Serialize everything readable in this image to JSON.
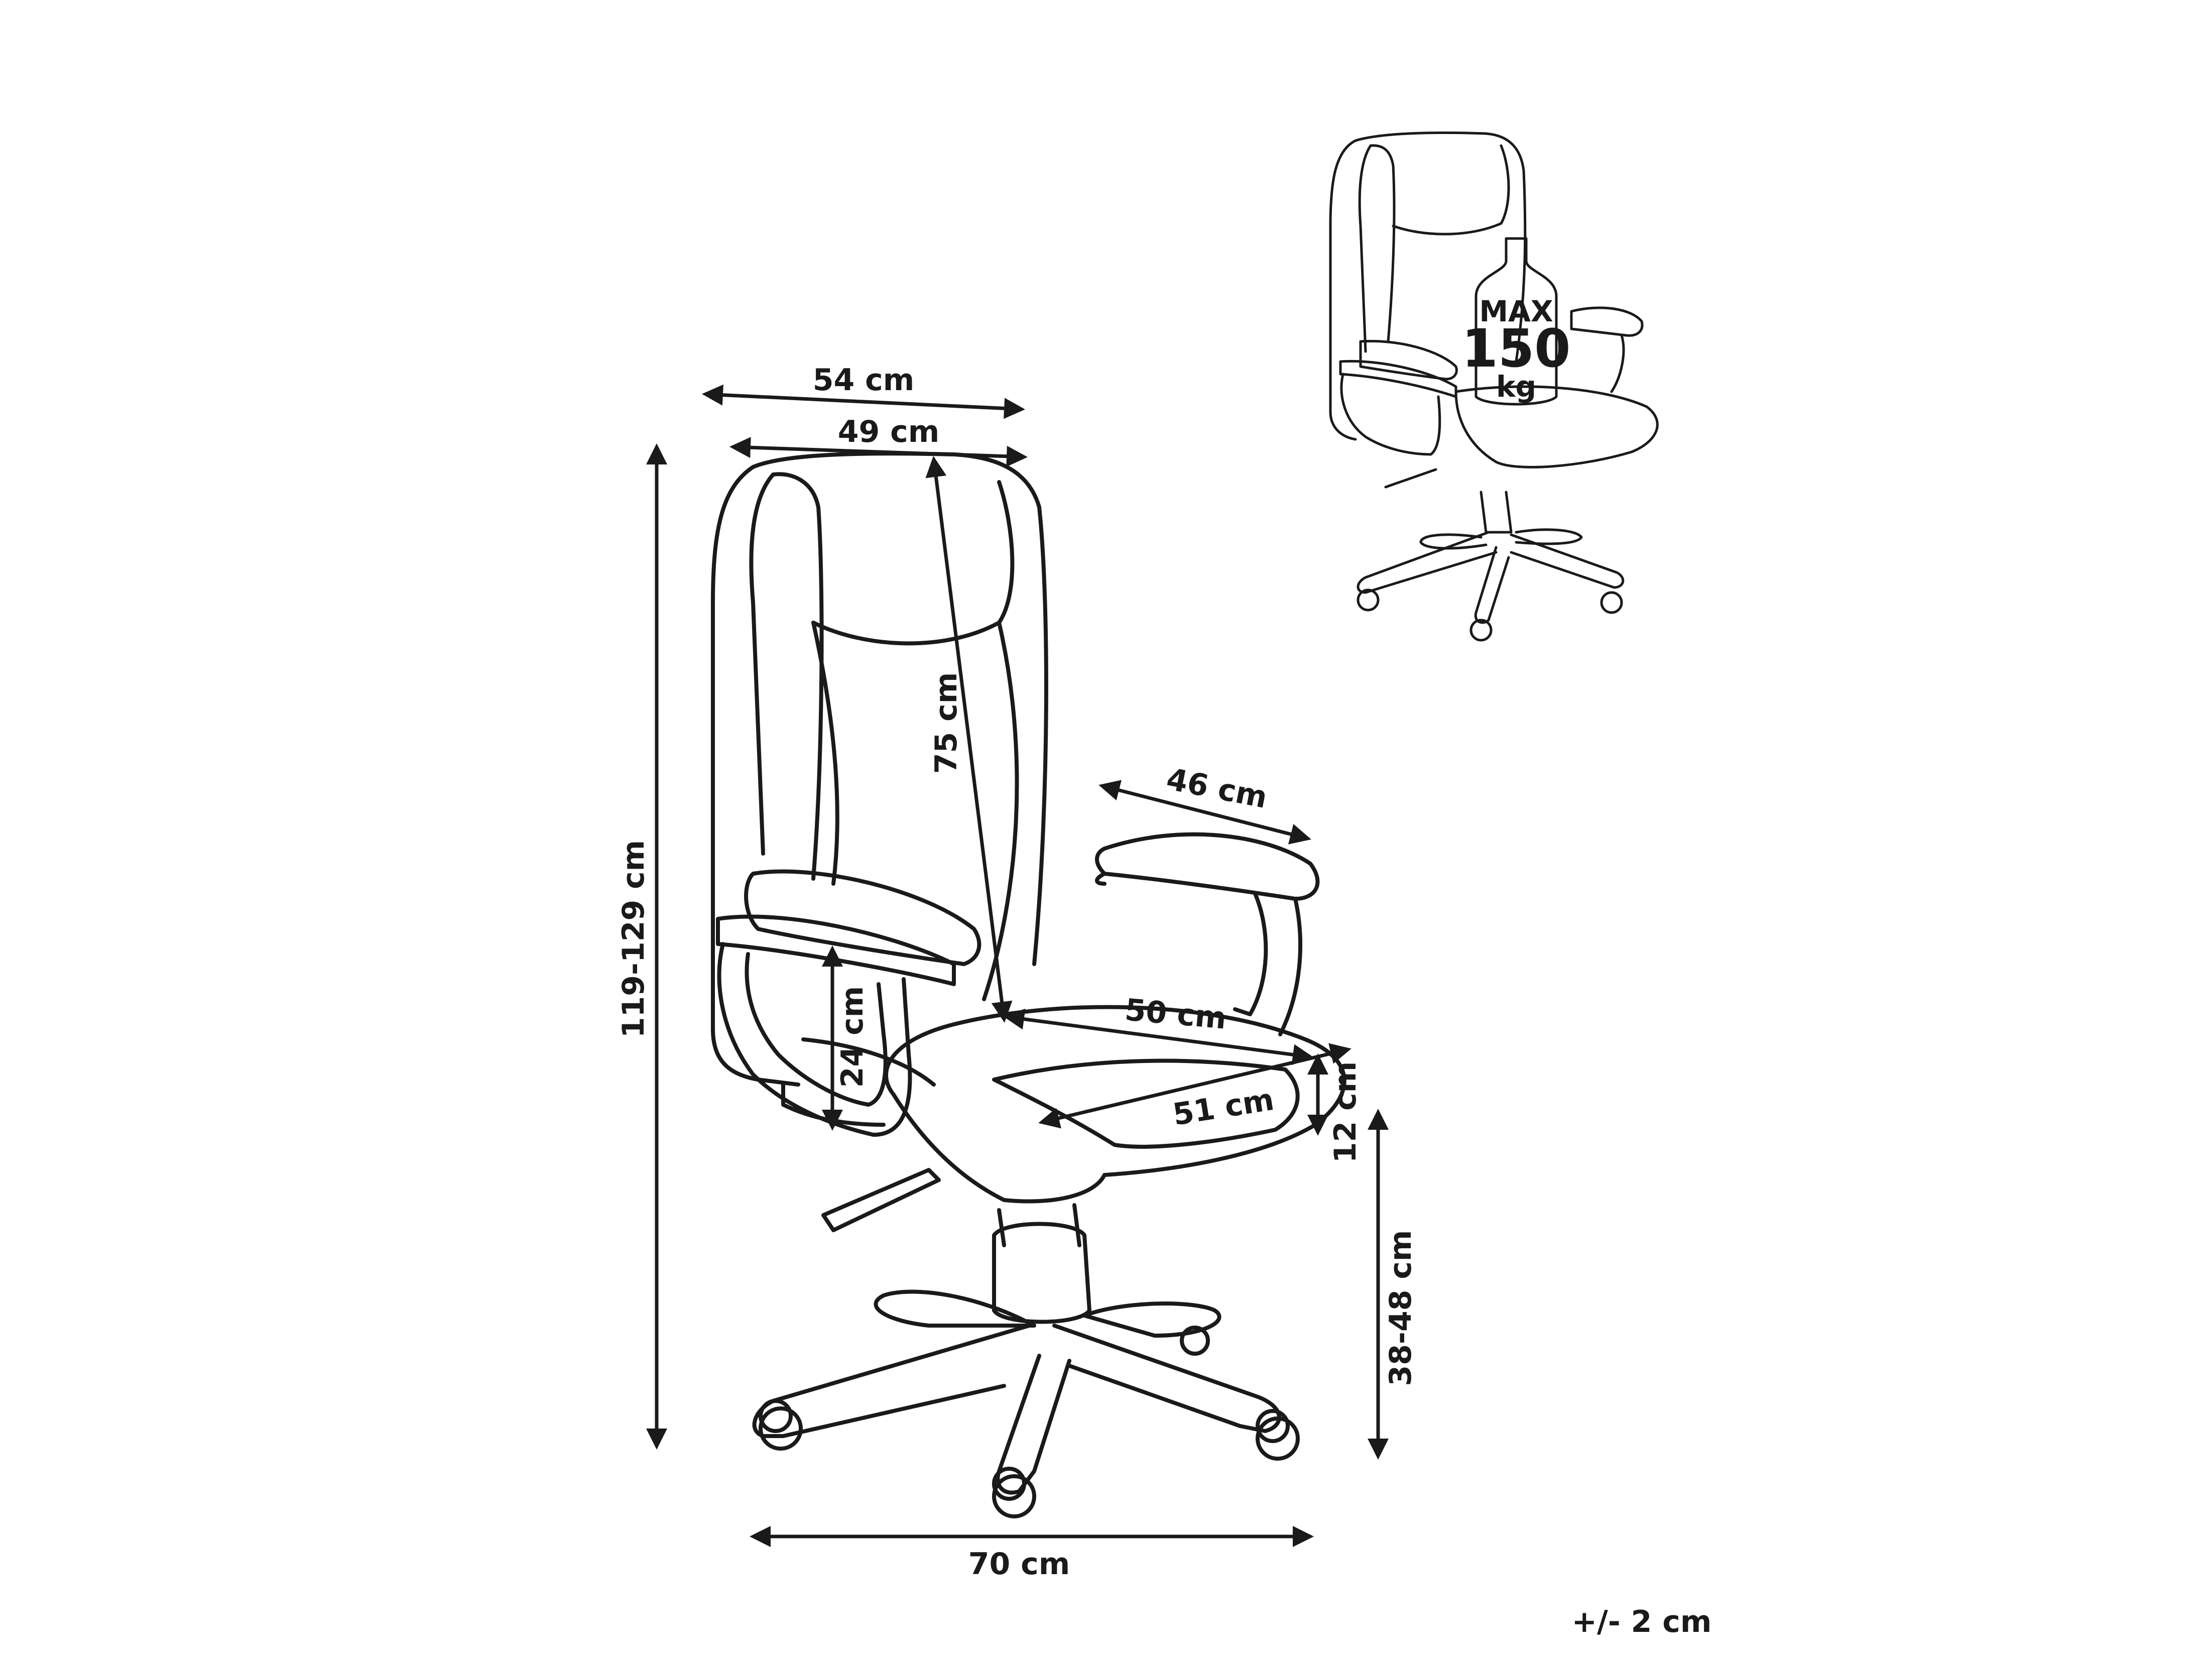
{
  "dimensions": {
    "width_top": "54 cm",
    "width_back": "49 cm",
    "backrest_height": "75 cm",
    "overall_height": "119-129 cm",
    "armrest_length": "46 cm",
    "seat_depth": "50 cm",
    "seat_width": "51 cm",
    "armrest_height": "24 cm",
    "seat_thickness": "12 cm",
    "seat_height": "38-48 cm",
    "base_width": "70 cm"
  },
  "max_load": {
    "line1": "MAX",
    "line2": "150",
    "line3": "kg"
  },
  "tolerance": "+/- 2 cm"
}
